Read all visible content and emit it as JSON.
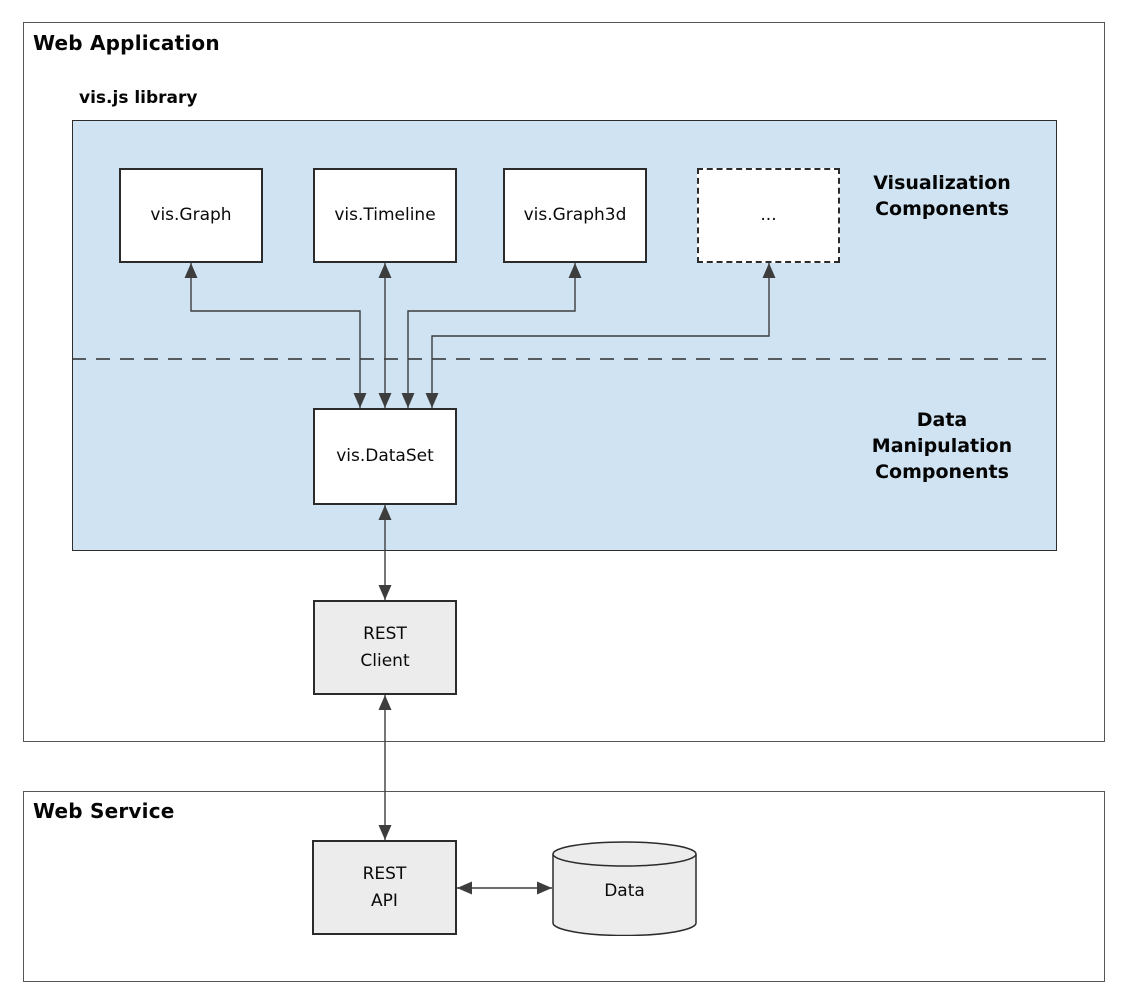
{
  "web_application": {
    "title": "Web Application"
  },
  "library": {
    "title": "vis.js library",
    "visualization_label": [
      "Visualization",
      "Components"
    ],
    "data_manipulation_label": [
      "Data",
      "Manipulation",
      "Components"
    ],
    "components": {
      "graph": "vis.Graph",
      "timeline": "vis.Timeline",
      "graph3d": "vis.Graph3d",
      "more": "...",
      "dataset": "vis.DataSet"
    }
  },
  "rest_client": {
    "line1": "REST",
    "line2": "Client"
  },
  "web_service": {
    "title": "Web Service",
    "rest_api": {
      "line1": "REST",
      "line2": "API"
    },
    "data_store_label": "Data"
  },
  "colors": {
    "library_fill": "#cfe3f2",
    "component_fill": "#ffffff",
    "service_fill": "#ececec",
    "component_border": "#2b2b2b",
    "outer_border": "#565656",
    "arrow": "#3d3d3d"
  }
}
